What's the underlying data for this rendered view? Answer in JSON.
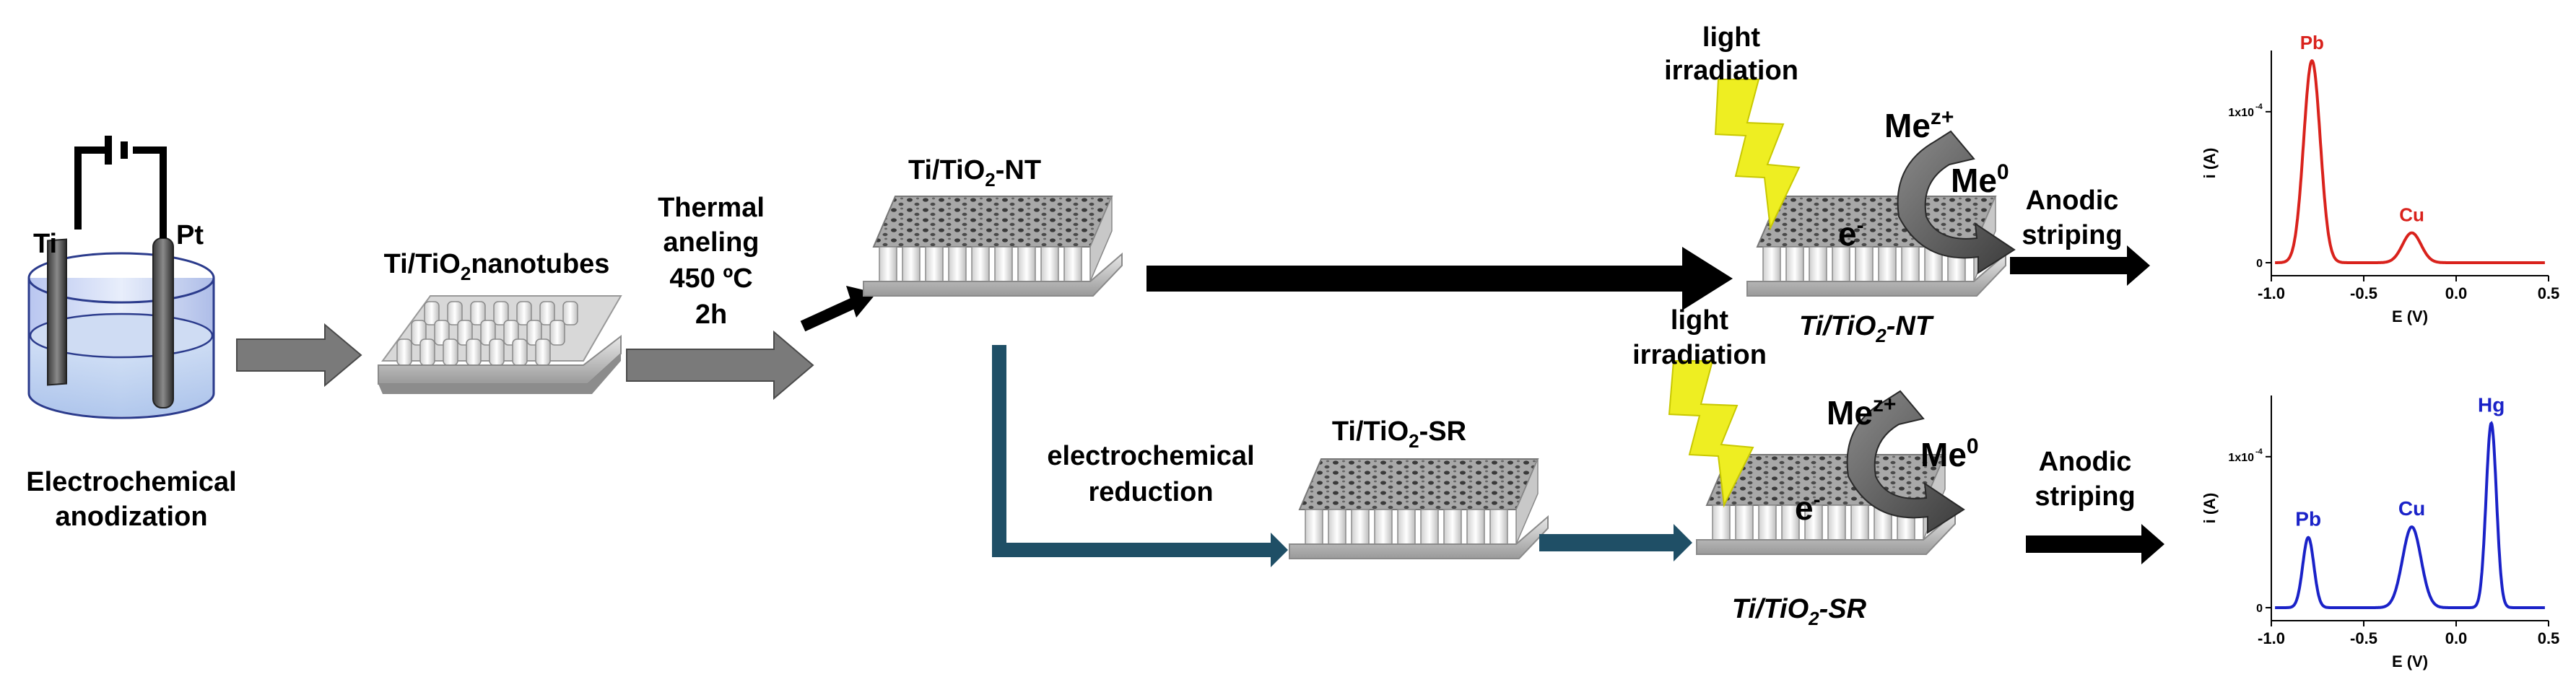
{
  "labels": {
    "anodization": [
      "Electrochemical",
      "anodization"
    ],
    "electrode_ti": "Ti",
    "electrode_pt": "Pt",
    "nanotubes_prefix": "Ti/TiO",
    "nanotubes_sub": "2",
    "nanotubes_suffix": "nanotubes",
    "annealing": [
      "Thermal",
      "aneling",
      "450 ºC",
      "2h"
    ],
    "nt_prefix": "Ti/TiO",
    "nt_sub": "2",
    "nt_suffix": "-NT",
    "sr_prefix": "Ti/TiO",
    "sr_sub": "2",
    "sr_suffix": "-SR",
    "light": [
      "light",
      "irradiation"
    ],
    "reduction": [
      "electrochemical",
      "reduction"
    ],
    "metal_ion": "Me",
    "metal_ion_sup": "z+",
    "metal_zero": "Me",
    "metal_zero_sup": "0",
    "electron": "e",
    "electron_sup": "-",
    "stripping": [
      "Anodic",
      "striping"
    ]
  },
  "chart_data": [
    {
      "type": "line",
      "xlabel": "E (V)",
      "ylabel": "i (A)",
      "xlim": [
        -1.0,
        0.5
      ],
      "xticks": [
        "-1.0",
        "-0.5",
        "0.0",
        "0.5"
      ],
      "yticks": [
        "0",
        "1x10"
      ],
      "ytick_exp": "-4",
      "color": "#d9221c",
      "peaks": [
        {
          "label": "Pb",
          "x": -0.78,
          "height": 1.15,
          "width": 0.045
        },
        {
          "label": "Cu",
          "x": -0.24,
          "height": 0.17,
          "width": 0.05
        }
      ]
    },
    {
      "type": "line",
      "xlabel": "E (V)",
      "ylabel": "i (A)",
      "xlim": [
        -1.0,
        0.5
      ],
      "xticks": [
        "-1.0",
        "-0.5",
        "0.0",
        "0.5"
      ],
      "yticks": [
        "0",
        "1x10"
      ],
      "ytick_exp": "-4",
      "color": "#1a22c8",
      "peaks": [
        {
          "label": "Pb",
          "x": -0.8,
          "height": 0.4,
          "width": 0.03
        },
        {
          "label": "Cu",
          "x": -0.24,
          "height": 0.46,
          "width": 0.05
        },
        {
          "label": "Hg",
          "x": 0.19,
          "height": 1.05,
          "width": 0.028
        }
      ]
    }
  ],
  "colors": {
    "gray_arrow": "#7a7a7a",
    "black_arrow": "#000000",
    "teal_arrow": "#1f4f66",
    "lightning": "#eeee22",
    "red_trace": "#d9221c",
    "blue_trace": "#1a22c8"
  }
}
